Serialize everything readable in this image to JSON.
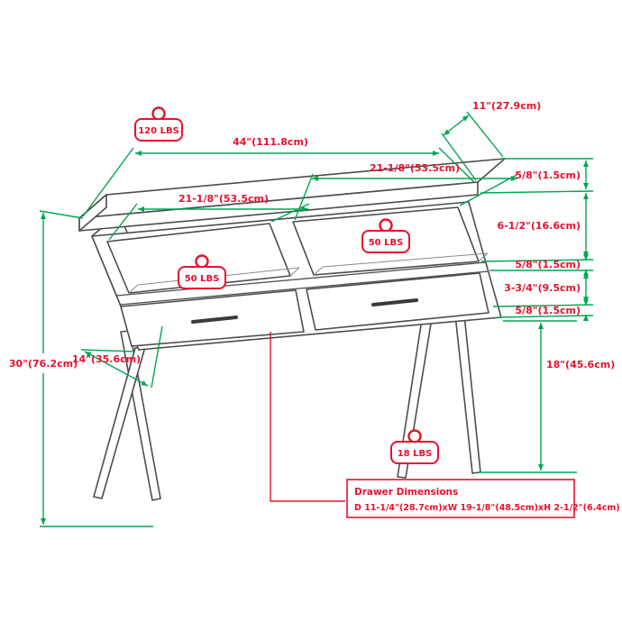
{
  "diagram": {
    "weights": {
      "top_capacity": "120 LBS",
      "left_shelf_capacity": "50 LBS",
      "right_shelf_capacity": "50 LBS",
      "drawer_capacity": "18 LBS"
    },
    "dimensions": {
      "overall_width": "44\"(111.8cm)",
      "top_depth": "11\"(27.9cm)",
      "right_opening_width": "21-1/8\"(53.5cm)",
      "left_opening_width": "21-1/8\"(53.5cm)",
      "top_thickness": "5/8\"(1.5cm)",
      "opening_height": "6-1/2\"(16.6cm)",
      "shelf_thickness": "5/8\"(1.5cm)",
      "drawer_front_height": "3-3/4\"(9.5cm)",
      "bottom_panel_thickness": "5/8\"(1.5cm)",
      "leg_height": "18\"(45.6cm)",
      "overall_height": "30\"(76.2cm)",
      "side_depth": "14\"(35.6cm)"
    },
    "drawer_info": {
      "title": "Drawer Dimensions",
      "detail": "D 11-1/4\"(28.7cm)xW 19-1/8\"(48.5cm)xH 2-1/2\"(6.4cm)"
    },
    "colors": {
      "dimension_line": "#00a651",
      "label_text": "#e8112d",
      "furniture_line": "#4d4d4d"
    }
  }
}
